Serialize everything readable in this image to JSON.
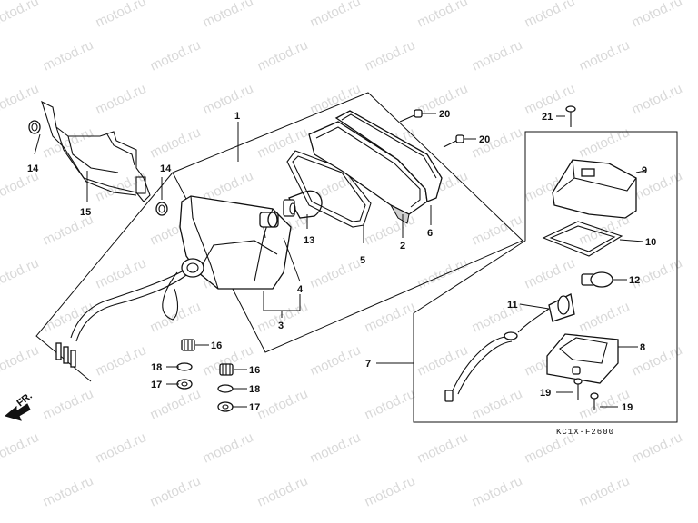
{
  "watermark": "motod.ru",
  "diagram_code": "KC1X-F2600",
  "direction_label": "FR.",
  "callouts": {
    "c1": "1",
    "c2": "2",
    "c3": "3",
    "c4": "4",
    "c5": "5",
    "c6": "6",
    "c7": "7",
    "c8": "8",
    "c9": "9",
    "c10": "10",
    "c11": "11",
    "c12": "12",
    "c13": "13",
    "c14a": "14",
    "c14b": "14",
    "c15": "15",
    "c16a": "16",
    "c16b": "16",
    "c17a": "17",
    "c17b": "17",
    "c18a": "18",
    "c18b": "18",
    "c19a": "19",
    "c19b": "19",
    "c20a": "20",
    "c20b": "20",
    "c21": "21"
  }
}
